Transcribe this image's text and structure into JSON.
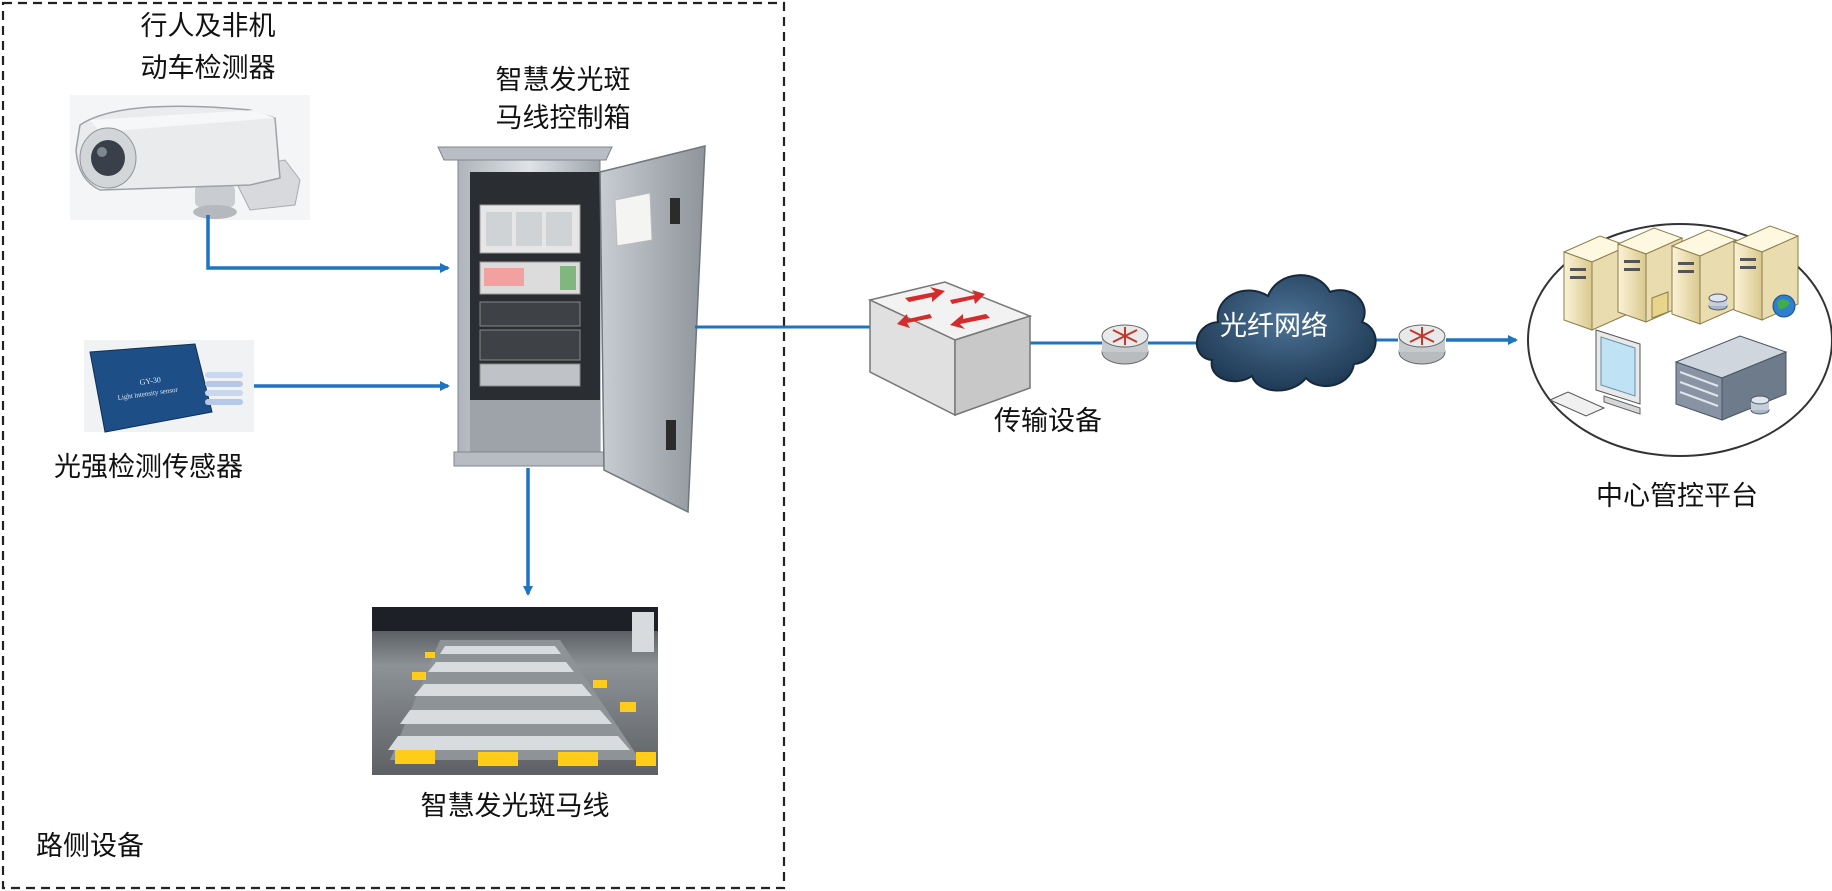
{
  "diagram": {
    "roadside_group_label": "路侧设备",
    "pedestrian_detector_label_line1": "行人及非机",
    "pedestrian_detector_label_line2": "动车检测器",
    "light_sensor_label": "光强检测传感器",
    "control_box_label_line1": "智慧发光斑",
    "control_box_label_line2": "马线控制箱",
    "crosswalk_label": "智慧发光斑马线",
    "transmission_label": "传输设备",
    "fiber_network_label": "光纤网络",
    "central_platform_label": "中心管控平台",
    "sensor_board_text_line1": "GY-30",
    "sensor_board_text_line2": "Light intensity sensor"
  },
  "colors": {
    "arrow": "#1f74c0",
    "cloud": "#2a4d6e",
    "crosswalk_light": "#ffcc1a",
    "cabinet": "#c9cdd1"
  }
}
